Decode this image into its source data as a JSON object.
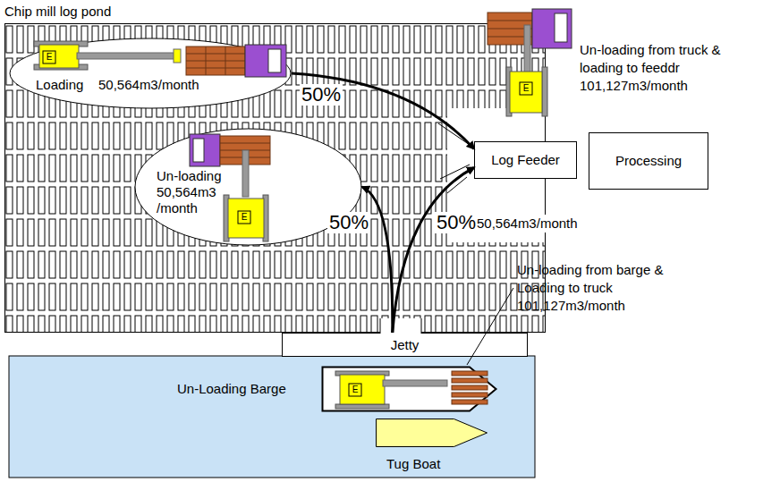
{
  "diagram": {
    "nodes": [
      {
        "text": [
          "Chip mill log pond"
        ]
      },
      {
        "text": [
          "Loading",
          "50,564m3/month"
        ],
        "in": 0
      },
      {
        "text": [
          "Un-loading 50,564m3 /month"
        ],
        "in": 0
      },
      {
        "text": [
          "Log Feeder"
        ]
      },
      {
        "text": [
          "Processing"
        ]
      },
      {
        "text": [
          "Jetty"
        ]
      },
      {
        "text": [
          "Un-Loading Barge"
        ]
      },
      {
        "text": [
          "Tug Boat"
        ]
      }
    ],
    "edges": [
      {
        "from": 1,
        "to": 3,
        "label": "50%",
        "arrow": "to"
      },
      {
        "from": 5,
        "to": 2,
        "label": "50%",
        "arrow": "to"
      },
      {
        "from": 5,
        "to": 3,
        "label": "50%",
        "arrow": "to"
      }
    ],
    "labels": [
      "Un-loading from truck & loading to feeddr 101,127m3/month",
      "50,564m3/month",
      "Un-loading from barge & Loading to truck 101,127m3/month",
      "E",
      "E",
      "E",
      "E"
    ]
  }
}
